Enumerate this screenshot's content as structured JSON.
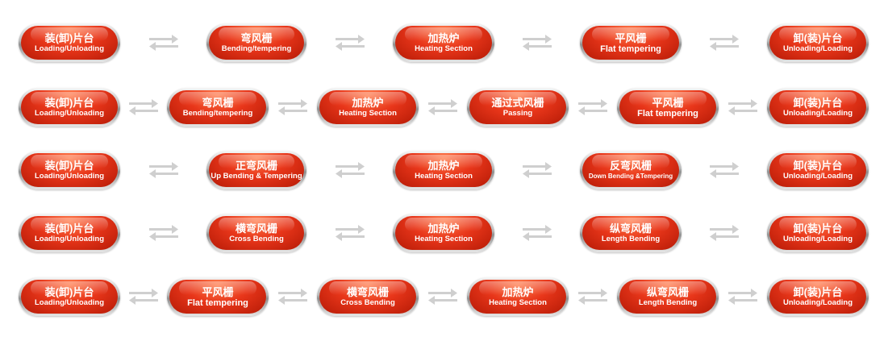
{
  "rows": [
    {
      "stations": [
        {
          "zh": "装(卸)片台",
          "en": "Loading/Unloading"
        },
        {
          "zh": "弯风栅",
          "en": "Bending/tempering"
        },
        {
          "zh": "加热炉",
          "en": "Heating Section"
        },
        {
          "zh": "平风栅",
          "en": "Flat tempering",
          "en_size": "lg"
        },
        {
          "zh": "卸(装)片台",
          "en": "Unloading/Loading"
        }
      ]
    },
    {
      "stations": [
        {
          "zh": "装(卸)片台",
          "en": "Loading/Unloading"
        },
        {
          "zh": "弯风栅",
          "en": "Bending/tempering"
        },
        {
          "zh": "加热炉",
          "en": "Heating Section"
        },
        {
          "zh": "通过式风栅",
          "en": "Passing"
        },
        {
          "zh": "平风栅",
          "en": "Flat tempering",
          "en_size": "lg"
        },
        {
          "zh": "卸(装)片台",
          "en": "Unloading/Loading"
        }
      ]
    },
    {
      "stations": [
        {
          "zh": "装(卸)片台",
          "en": "Loading/Unloading"
        },
        {
          "zh": "正弯风栅",
          "en": "Up Bending & Tempering"
        },
        {
          "zh": "加热炉",
          "en": "Heating Section"
        },
        {
          "zh": "反弯风栅",
          "en": "Down Bending &Tempering",
          "en_size": "sm"
        },
        {
          "zh": "卸(装)片台",
          "en": "Unloading/Loading"
        }
      ]
    },
    {
      "stations": [
        {
          "zh": "装(卸)片台",
          "en": "Loading/Unloading"
        },
        {
          "zh": "横弯风栅",
          "en": "Cross Bending"
        },
        {
          "zh": "加热炉",
          "en": "Heating Section"
        },
        {
          "zh": "纵弯风栅",
          "en": "Length Bending"
        },
        {
          "zh": "卸(装)片台",
          "en": "Unloading/Loading"
        }
      ]
    },
    {
      "stations": [
        {
          "zh": "装(卸)片台",
          "en": "Loading/Unloading"
        },
        {
          "zh": "平风栅",
          "en": "Flat tempering",
          "en_size": "lg"
        },
        {
          "zh": "横弯风栅",
          "en": "Cross Bending"
        },
        {
          "zh": "加热炉",
          "en": "Heating Section"
        },
        {
          "zh": "纵弯风栅",
          "en": "Length Bending"
        },
        {
          "zh": "卸(装)片台",
          "en": "Unloading/Loading"
        }
      ]
    }
  ],
  "colors": {
    "pill_red": "#e8361a",
    "pill_text": "#ffffff",
    "arrow_gray": "#cfcfcf"
  },
  "icons": {
    "connector": "bidirectional-arrows-icon"
  }
}
